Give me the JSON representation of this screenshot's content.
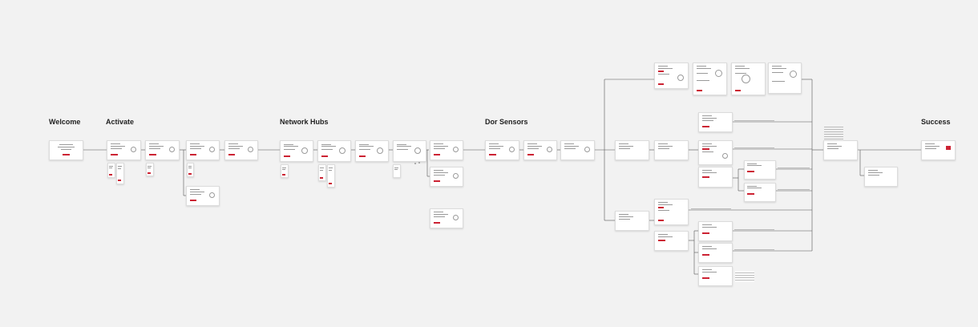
{
  "diagram": {
    "sections": [
      {
        "id": "welcome",
        "title": "Welcome"
      },
      {
        "id": "activate",
        "title": "Activate"
      },
      {
        "id": "network_hubs",
        "title": "Network Hubs"
      },
      {
        "id": "door_sensors",
        "title": "Dor Sensors"
      },
      {
        "id": "success",
        "title": "Success"
      }
    ],
    "colors": {
      "background": "#f2f2f2",
      "card": "#ffffff",
      "connector": "#555555",
      "accent": "#cc2233",
      "heading": "#222222"
    }
  }
}
